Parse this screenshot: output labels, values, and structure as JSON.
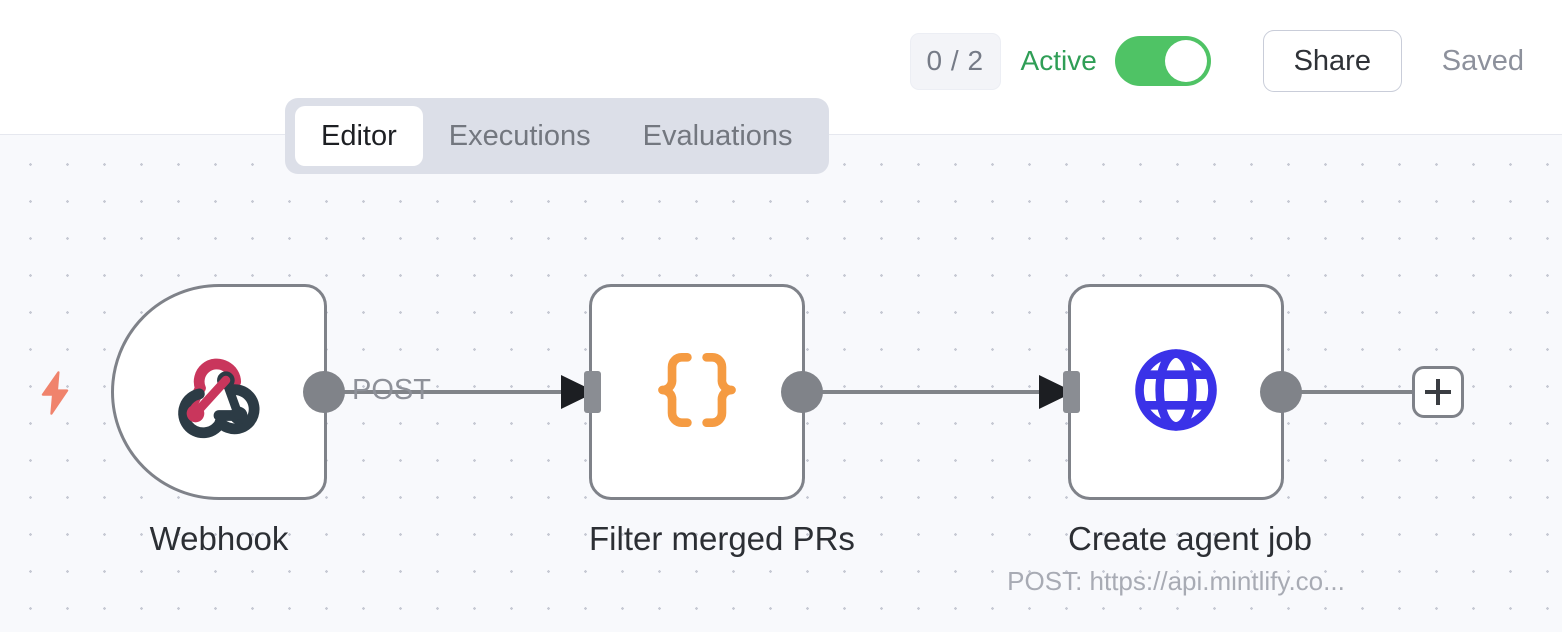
{
  "header": {
    "run_badge": "0 / 2",
    "active_label": "Active",
    "active_toggle_on": true,
    "share_label": "Share",
    "saved_label": "Saved",
    "toggle_color": "#4fc365",
    "active_text_color": "#2f9e56"
  },
  "tabs": [
    {
      "label": "Editor",
      "active": true
    },
    {
      "label": "Executions",
      "active": false
    },
    {
      "label": "Evaluations",
      "active": false
    }
  ],
  "canvas": {
    "background": "#f8f9fc",
    "dot_color": "#c7cad4",
    "trigger_bolt_color": "#f0836c"
  },
  "nodes": [
    {
      "id": "webhook",
      "label": "Webhook",
      "sublabel": "",
      "icon": "webhook-icon",
      "icon_colors": [
        "#c9365c",
        "#2c3b45"
      ],
      "shape": "trigger"
    },
    {
      "id": "filter-merged-prs",
      "label": "Filter merged PRs",
      "sublabel": "",
      "icon": "curly-braces-icon",
      "icon_colors": [
        "#f59b42"
      ],
      "shape": "default"
    },
    {
      "id": "create-agent-job",
      "label": "Create agent job",
      "sublabel": "POST: https://api.mintlify.co...",
      "icon": "globe-icon",
      "icon_colors": [
        "#3a32e8"
      ],
      "shape": "default"
    }
  ],
  "edges": [
    {
      "from": "webhook",
      "to": "filter-merged-prs",
      "label": "POST"
    },
    {
      "from": "filter-merged-prs",
      "to": "create-agent-job",
      "label": ""
    },
    {
      "from": "create-agent-job",
      "to": "add-node",
      "label": ""
    }
  ],
  "add_node_button": {
    "icon": "plus-icon"
  }
}
